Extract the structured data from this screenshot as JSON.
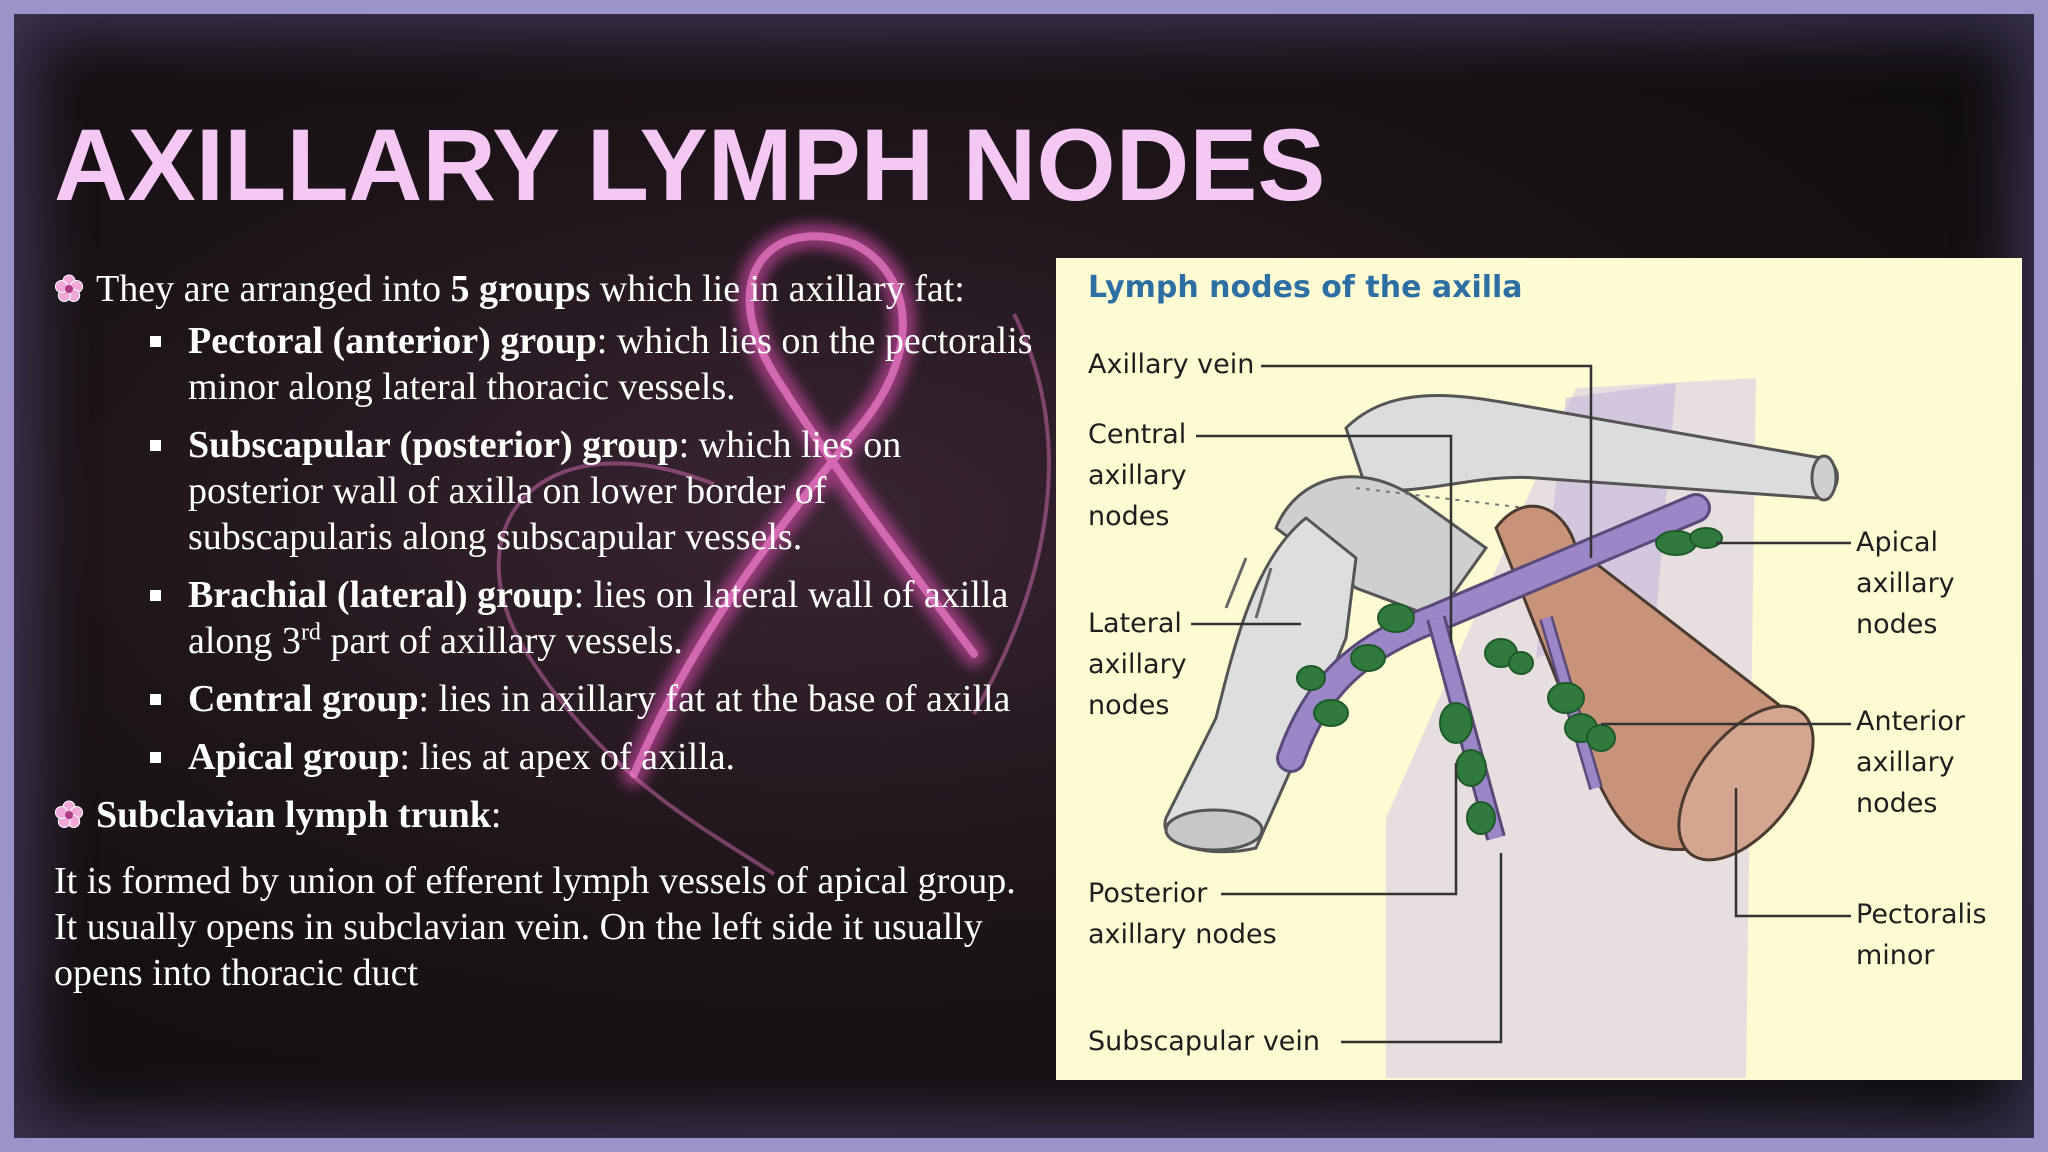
{
  "slide": {
    "title": "AXILLARY LYMPH NODES"
  },
  "intro": {
    "text_before": "They are arranged into ",
    "bold": "5 groups",
    "text_after": " which lie in axillary fat:"
  },
  "groups": [
    {
      "name": "Pectoral (anterior) group",
      "desc": ": which lies on the pectoralis minor along lateral thoracic vessels."
    },
    {
      "name": "Subscapular (posterior) group",
      "desc": ": which lies on posterior wall of axilla on lower border of subscapularis along subscapular vessels."
    },
    {
      "name": "Brachial (lateral) group",
      "desc_before": ": lies on lateral wall of axilla along 3",
      "desc_sup": "rd",
      "desc_after": " part of axillary vessels."
    },
    {
      "name": "Central group",
      "desc": ": lies in axillary fat at the base of axilla"
    },
    {
      "name": "Apical group",
      "desc": ": lies at apex of axilla."
    }
  ],
  "trunk": {
    "heading": "Subclavian lymph trunk",
    "colon": ":",
    "paragraph": "It is formed by union of efferent lymph vessels of apical group. It usually opens in subclavian vein. On the left side it usually opens into thoracic duct"
  },
  "diagram": {
    "title": "Lymph nodes of the axilla",
    "labels": {
      "axillary_vein": "Axillary vein",
      "central_1": "Central",
      "central_2": "axillary",
      "central_3": "nodes",
      "lateral_1": "Lateral",
      "lateral_2": "axillary",
      "lateral_3": "nodes",
      "posterior_1": "Posterior",
      "posterior_2": "axillary nodes",
      "subscapular_vein": "Subscapular vein",
      "apical_1": "Apical",
      "apical_2": "axillary",
      "apical_3": "nodes",
      "anterior_1": "Anterior",
      "anterior_2": "axillary",
      "anterior_3": "nodes",
      "pectoralis_1": "Pectoralis",
      "pectoralis_2": "minor"
    }
  },
  "colors": {
    "title": "#f4c8f2",
    "text": "#ffffff",
    "diagram_bg": "#fdfbd2",
    "diagram_title": "#2e6fa3",
    "vein": "#9b86c8",
    "node": "#2f7a3c",
    "muscle": "#c9937a"
  },
  "icons": {
    "bullet": "flower-icon",
    "sub_bullet": "square-bullet-icon"
  }
}
